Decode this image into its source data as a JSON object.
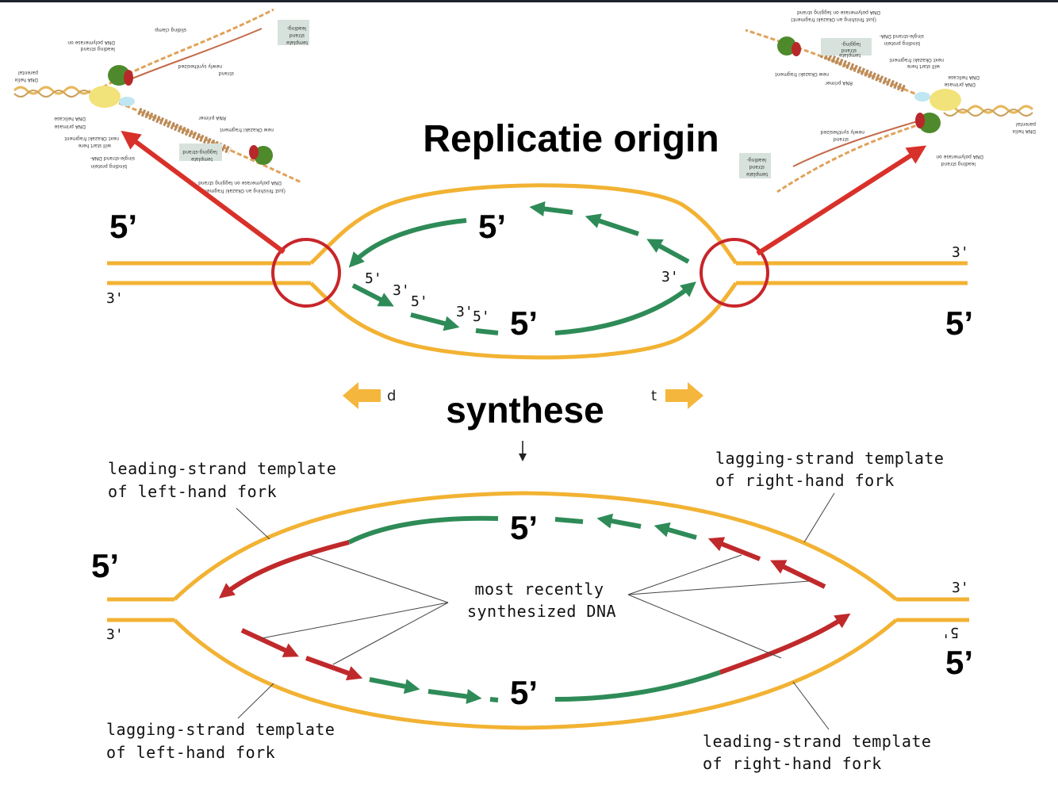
{
  "title": "Replicatie origin",
  "synthesis_label": "synthese",
  "top": {
    "five_prime_top_left": "5’",
    "three_prime_left": "3'",
    "three_prime_right": "3'",
    "five_prime_right": "5’",
    "five_prime_upper_strand": "5’",
    "five_prime_lower_strand": "5’",
    "small_labels": [
      "5'",
      "3'",
      "5'",
      "3'",
      "5'",
      "3'"
    ],
    "direction_left": "d",
    "direction_right": "t"
  },
  "bottom": {
    "five_prime_left": "5’",
    "three_prime_left": "3'",
    "three_prime_right": "3'",
    "five_prime_right_small": "5'",
    "five_prime_right": "5’",
    "five_prime_upper_strand": "5’",
    "five_prime_lower_strand": "5’",
    "center_label_line1": "most recently",
    "center_label_line2": "synthesized DNA",
    "tl_line1": "leading-strand template",
    "tl_line2": "of left-hand fork",
    "tr_line1": "lagging-strand template",
    "tr_line2": "of right-hand fork",
    "bl_line1": "lagging-strand template",
    "bl_line2": "of left-hand fork",
    "br_line1": "leading-strand template",
    "br_line2": "of right-hand fork"
  },
  "insets": {
    "left_labels": [
      "sliding clamp",
      "DNA polymerase on",
      "leading strand",
      "newly synthesized",
      "strand",
      "parental",
      "DNA helix",
      "DNA helicase",
      "DNA primase",
      "RNA primer",
      "new Okazaki fragment",
      "next Okazaki fragment",
      "will start here",
      "single-strand DNA-",
      "binding protein",
      "lagging-strand",
      "template",
      "DNA polymerase on lagging strand",
      "(just finishing an Okazaki fragment)",
      "leading-",
      "strand",
      "template"
    ],
    "right_labels": [
      "DNA polymerase on lagging strand",
      "(just finishing an Okazaki fragment)",
      "lagging-",
      "strand",
      "template",
      "single-strand DNA-",
      "binding protein",
      "next Okazaki fragment",
      "will start here",
      "new Okazaki fragment",
      "RNA primer",
      "DNA helicase",
      "DNA primase",
      "parental",
      "DNA helix",
      "newly synthesized",
      "strand",
      "DNA polymerase on",
      "leading strand",
      "leading-",
      "strand",
      "template"
    ]
  },
  "colors": {
    "template": "#f2b233",
    "new_strand": "#2e8b57",
    "recent": "#c0292b",
    "fork_marker": "#c8252a",
    "pointer": "#d8312a",
    "arrow_fill": "#f4b63c"
  }
}
